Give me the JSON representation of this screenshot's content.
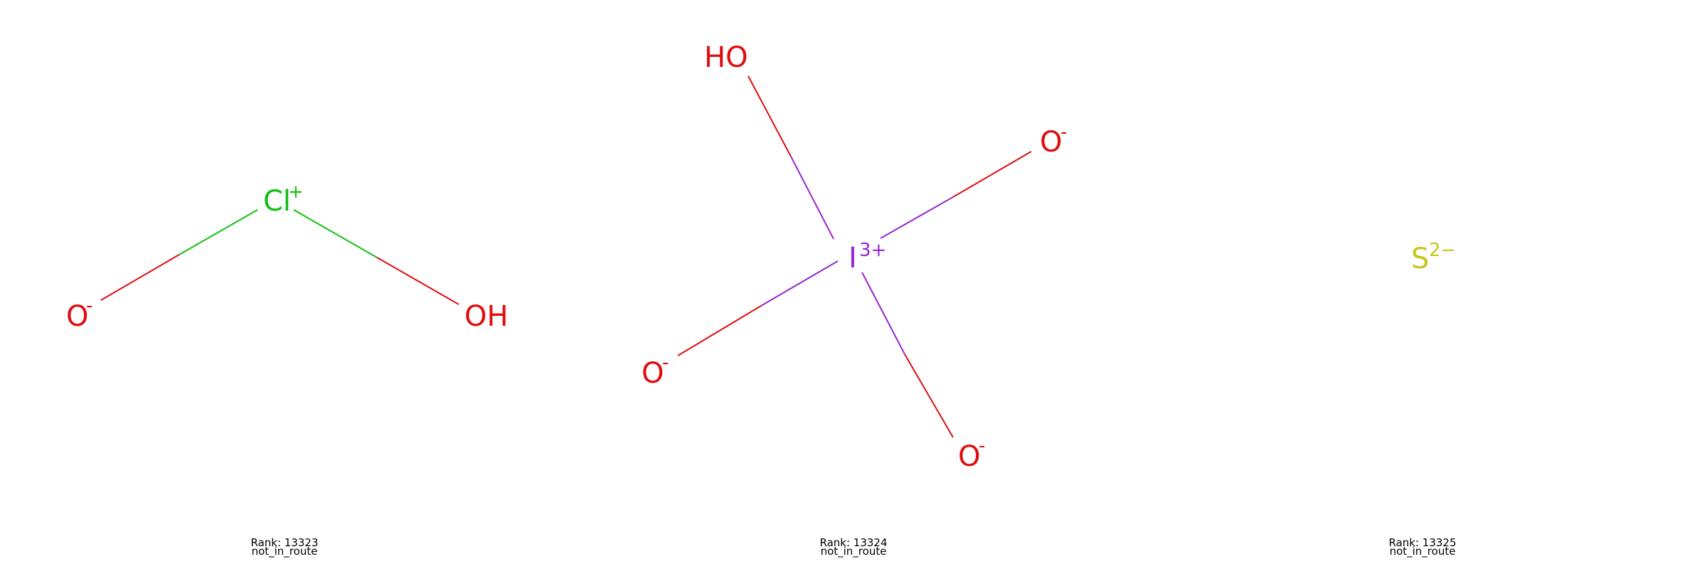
{
  "colors": {
    "oxygen": "#e00d0d",
    "chlorine": "#10c010",
    "iodine": "#9428d0",
    "sulfur": "#c6c61a",
    "text": "#000000"
  },
  "molecules": [
    {
      "atoms": {
        "o1": "O",
        "cl": "Cl",
        "oh": "OH"
      },
      "charges": {
        "o1": "-",
        "cl": "+"
      },
      "caption": {
        "rank": "Rank: 13323",
        "status": "not_in_route"
      }
    },
    {
      "atoms": {
        "ho": "HO",
        "i": "I",
        "o_right": "O",
        "o_left": "O",
        "o_bottom": "O"
      },
      "charges": {
        "i": "3+",
        "o_right": "-",
        "o_left": "-",
        "o_bottom": "-"
      },
      "caption": {
        "rank": "Rank: 13324",
        "status": "not_in_route"
      }
    },
    {
      "atoms": {
        "s": "S"
      },
      "charges": {
        "s": "2−"
      },
      "caption": {
        "rank": "Rank: 13325",
        "status": "not_in_route"
      }
    }
  ]
}
